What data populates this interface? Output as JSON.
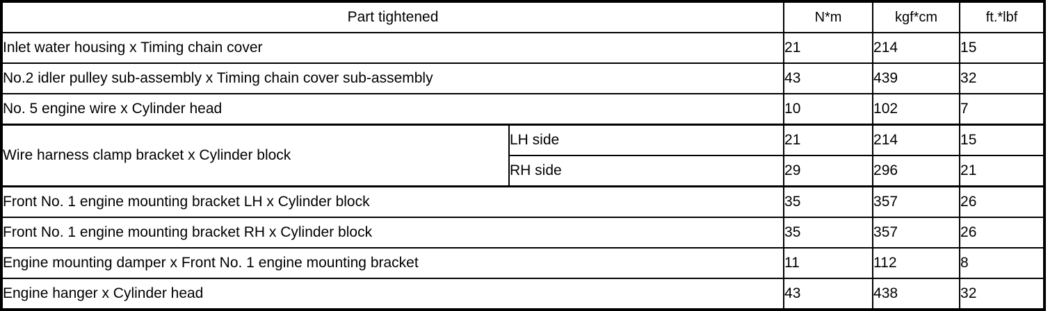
{
  "table": {
    "headers": {
      "part": "Part tightened",
      "nm": "N*m",
      "kgf": "kgf*cm",
      "ft": "ft.*lbf"
    },
    "rows": [
      {
        "part": "Inlet water housing x Timing chain cover",
        "side": "",
        "nm": "21",
        "kgf": "214",
        "ft": "15"
      },
      {
        "part": "No.2 idler pulley sub-assembly x Timing chain cover sub-assembly",
        "side": "",
        "nm": "43",
        "kgf": "439",
        "ft": "32"
      },
      {
        "part": "No. 5 engine wire x Cylinder head",
        "side": "",
        "nm": "10",
        "kgf": "102",
        "ft": "7"
      },
      {
        "part": "Wire harness clamp bracket x Cylinder block",
        "side": "LH side",
        "nm": "21",
        "kgf": "214",
        "ft": "15"
      },
      {
        "part": "",
        "side": "RH side",
        "nm": "29",
        "kgf": "296",
        "ft": "21"
      },
      {
        "part": "Front No. 1 engine mounting bracket LH x Cylinder block",
        "side": "",
        "nm": "35",
        "kgf": "357",
        "ft": "26"
      },
      {
        "part": "Front No. 1 engine mounting bracket RH x Cylinder block",
        "side": "",
        "nm": "35",
        "kgf": "357",
        "ft": "26"
      },
      {
        "part": "Engine mounting damper x Front No. 1 engine mounting bracket",
        "side": "",
        "nm": "11",
        "kgf": "112",
        "ft": "8"
      },
      {
        "part": "Engine hanger x Cylinder head",
        "side": "",
        "nm": "43",
        "kgf": "438",
        "ft": "32"
      }
    ]
  }
}
